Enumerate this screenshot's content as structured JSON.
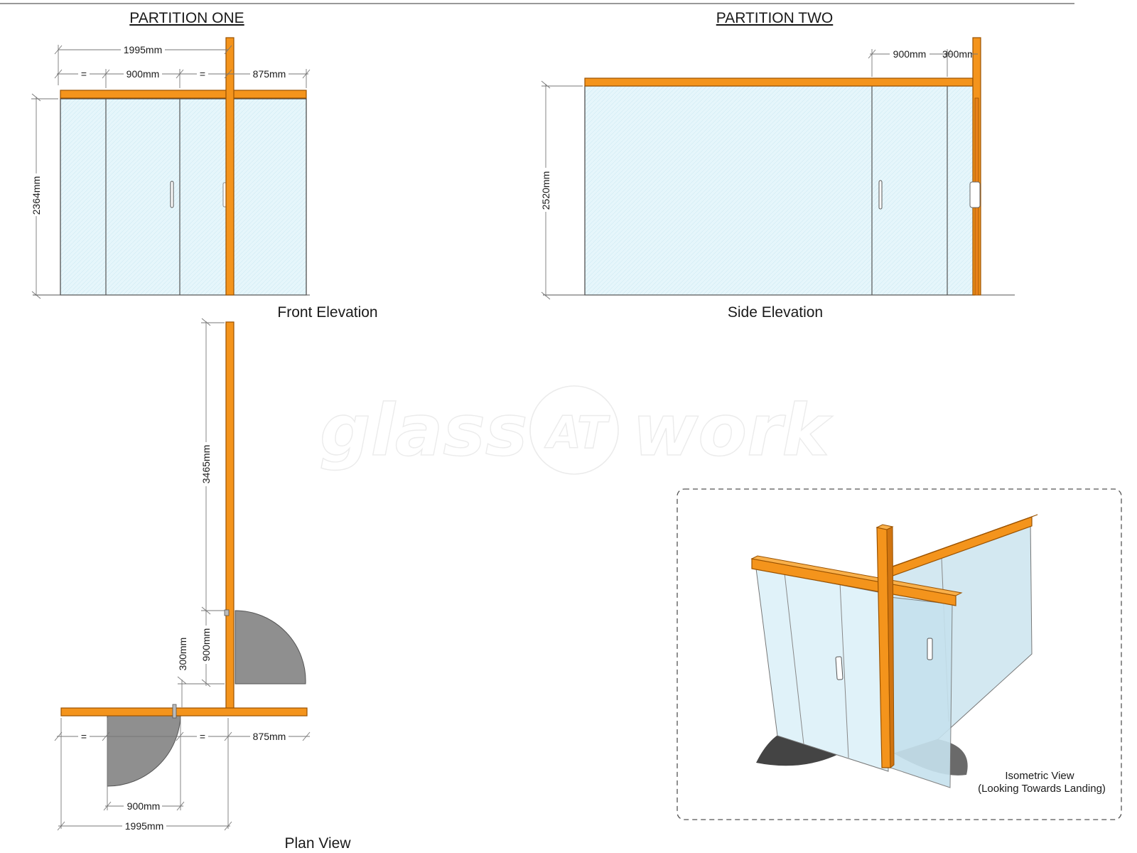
{
  "sections": {
    "partition_one": "PARTITION ONE",
    "partition_two": "PARTITION TWO"
  },
  "views": {
    "front_elevation": "Front Elevation",
    "side_elevation": "Side Elevation",
    "plan_view": "Plan View",
    "isometric_line1": "Isometric View",
    "isometric_line2": "(Looking Towards Landing)"
  },
  "dimensions": {
    "front_overall": "1995mm",
    "front_eq_left": "=",
    "front_door": "900mm",
    "front_eq_right": "=",
    "front_right": "875mm",
    "front_height": "2364mm",
    "side_door": "900mm",
    "side_right": "300mm",
    "side_height": "2520mm",
    "plan_long": "3465mm",
    "plan_door_gap": "900mm",
    "plan_offset": "300mm",
    "plan_eq_left": "=",
    "plan_eq_right": "=",
    "plan_right": "875mm",
    "plan_door": "900mm",
    "plan_overall": "1995mm"
  },
  "watermark": {
    "left": "glass",
    "mid": "AT",
    "right": "work"
  },
  "colors": {
    "timber": "#f4941c",
    "glass": "#e6f6fb",
    "door_swing": "#8f8f8f"
  }
}
